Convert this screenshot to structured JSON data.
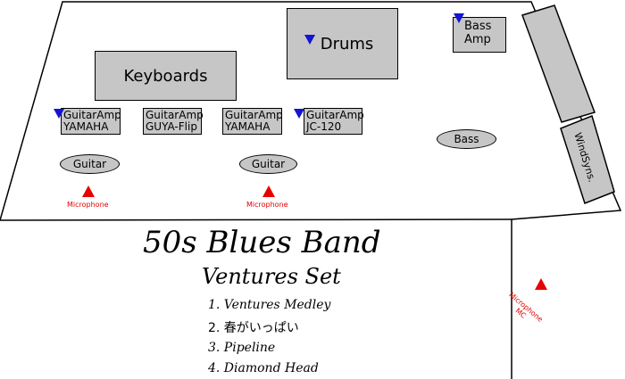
{
  "stage": {
    "keyboards": "Keyboards",
    "drums": "Drums",
    "bass_amp": {
      "line1": "Bass",
      "line2": "Amp"
    },
    "amps": [
      {
        "line1": "GuitarAmp",
        "line2": "YAMAHA"
      },
      {
        "line1": "GuitarAmp",
        "line2": "GUYA-Flip"
      },
      {
        "line1": "GuitarAmp",
        "line2": "YAMAHA"
      },
      {
        "line1": "GuitarAmp",
        "line2": "JC-120"
      }
    ],
    "guitar_left": "Guitar",
    "guitar_center": "Guitar",
    "bass": "Bass",
    "windsyns": "WindSyns.",
    "microphone_left": "Microphone",
    "microphone_center": "Microphone",
    "microphone_mc": {
      "line1": "Microphone",
      "line2": "MC"
    }
  },
  "setlist": {
    "band": "50s Blues Band",
    "set": "Ventures Set",
    "songs": [
      "1. Ventures Medley",
      "2. 春がいっぱい",
      "3. Pipeline",
      "4. Diamond Head"
    ]
  },
  "colors": {
    "monitor_marker": "#1414d2",
    "mic_marker": "#e60000",
    "equipment_fill": "#c6c6c6"
  }
}
